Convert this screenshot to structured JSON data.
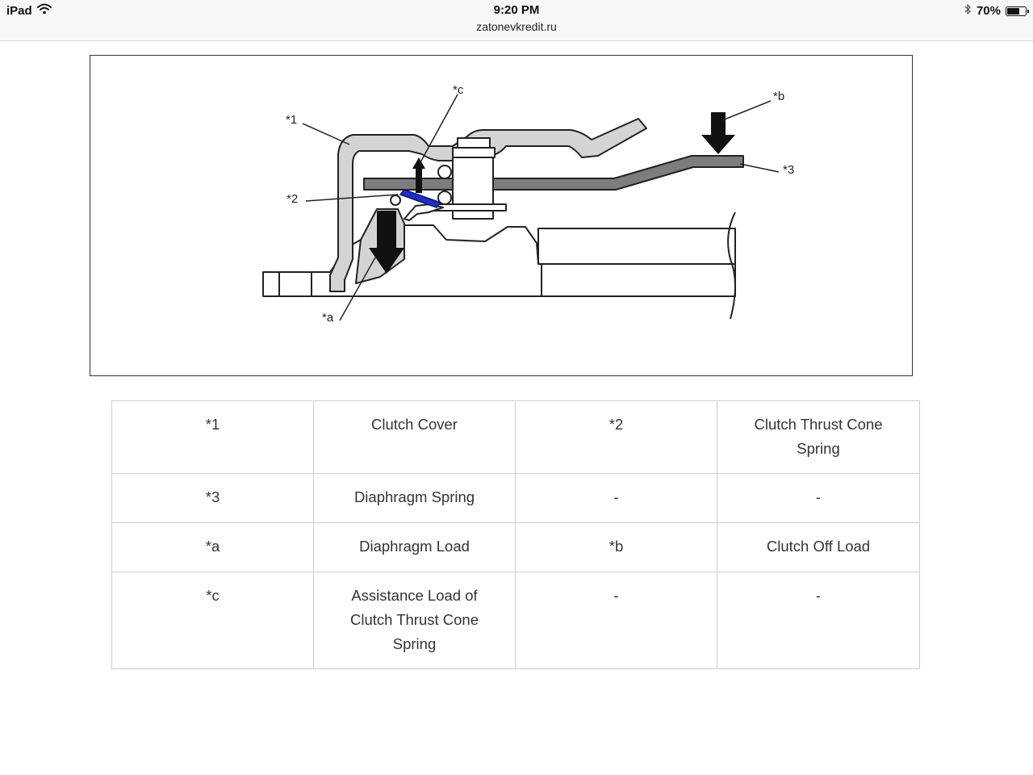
{
  "status_bar": {
    "device": "iPad",
    "time": "9:20 PM",
    "url": "zatonevkredit.ru",
    "battery_percent_label": "70%",
    "battery_level": 0.7
  },
  "figure": {
    "callouts": {
      "c1": "*1",
      "c2": "*2",
      "c3": "*3",
      "ca": "*a",
      "cb": "*b",
      "cc": "*c"
    },
    "colors": {
      "part_fill": "#d4d4d4",
      "spring_fill": "#7d7d7d",
      "highlight": "#1f2fc0",
      "arrow": "#111111"
    }
  },
  "legend": {
    "rows": [
      [
        "*1",
        "Clutch Cover",
        "*2",
        "Clutch Thrust Cone Spring"
      ],
      [
        "*3",
        "Diaphragm Spring",
        "-",
        "-"
      ],
      [
        "*a",
        "Diaphragm Load",
        "*b",
        "Clutch Off Load"
      ],
      [
        "*c",
        "Assistance Load of Clutch Thrust Cone Spring",
        "-",
        "-"
      ]
    ]
  }
}
